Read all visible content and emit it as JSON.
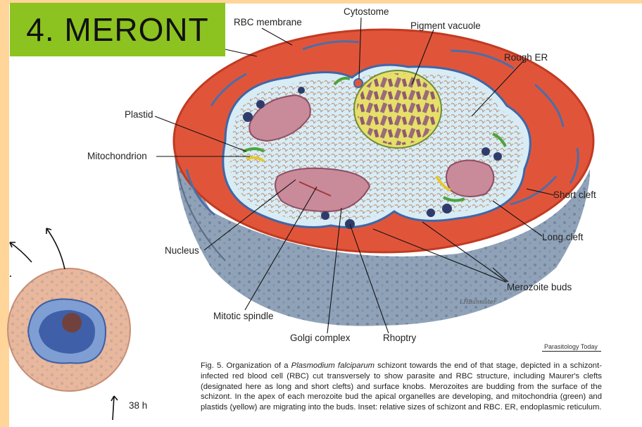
{
  "stage": {
    "title": "4. MERONT"
  },
  "labels": {
    "cytostome": "Cytostome",
    "rbc_membrane": "RBC membrane",
    "pigment_vacuole": "Pigment vacuole",
    "rough_er": "Rough ER",
    "plastid": "Plastid",
    "mitochondrion": "Mitochondrion",
    "short_cleft": "Short cleft",
    "long_cleft": "Long cleft",
    "nucleus": "Nucleus",
    "merozoite_buds": "Merozoite buds",
    "mitotic_spindle": "Mitotic spindle",
    "golgi_complex": "Golgi complex",
    "rhoptry": "Rhoptry"
  },
  "inset": {
    "time_label": "38 h"
  },
  "credits": {
    "journal": "Parasitology Today",
    "artist_signature": "LHBannister"
  },
  "caption": {
    "figure": "Fig. 5.",
    "text_before": "Organization of a",
    "species": "Plasmodium falciparum",
    "text_after": "schizont towards the end of that stage, depicted in a schizont-infected red blood cell (RBC) cut transversely to show parasite and RBC structure, including Maurer's clefts (designated here as long and short clefts) and surface knobs. Merozoites are budding from the surface of the schizont. In the apex of each merozoite bud the apical organelles are developing, and mitochondria (green) and plastids (yellow) are migrating into the buds. Inset: relative sizes of schizont and RBC. ER, endoplasmic reticulum."
  },
  "colors": {
    "frame": "#ffd59a",
    "title_bg": "#8cc320",
    "rbc_cytoplasm": "#e0553a",
    "rbc_side": "#8fa2b8",
    "parasite": "#d8ecf5",
    "nucleus": "#c98a9a",
    "pigment_vacuole": "#e6df6a",
    "mitochondria": "#4da33a",
    "plastid": "#e3c92c"
  }
}
